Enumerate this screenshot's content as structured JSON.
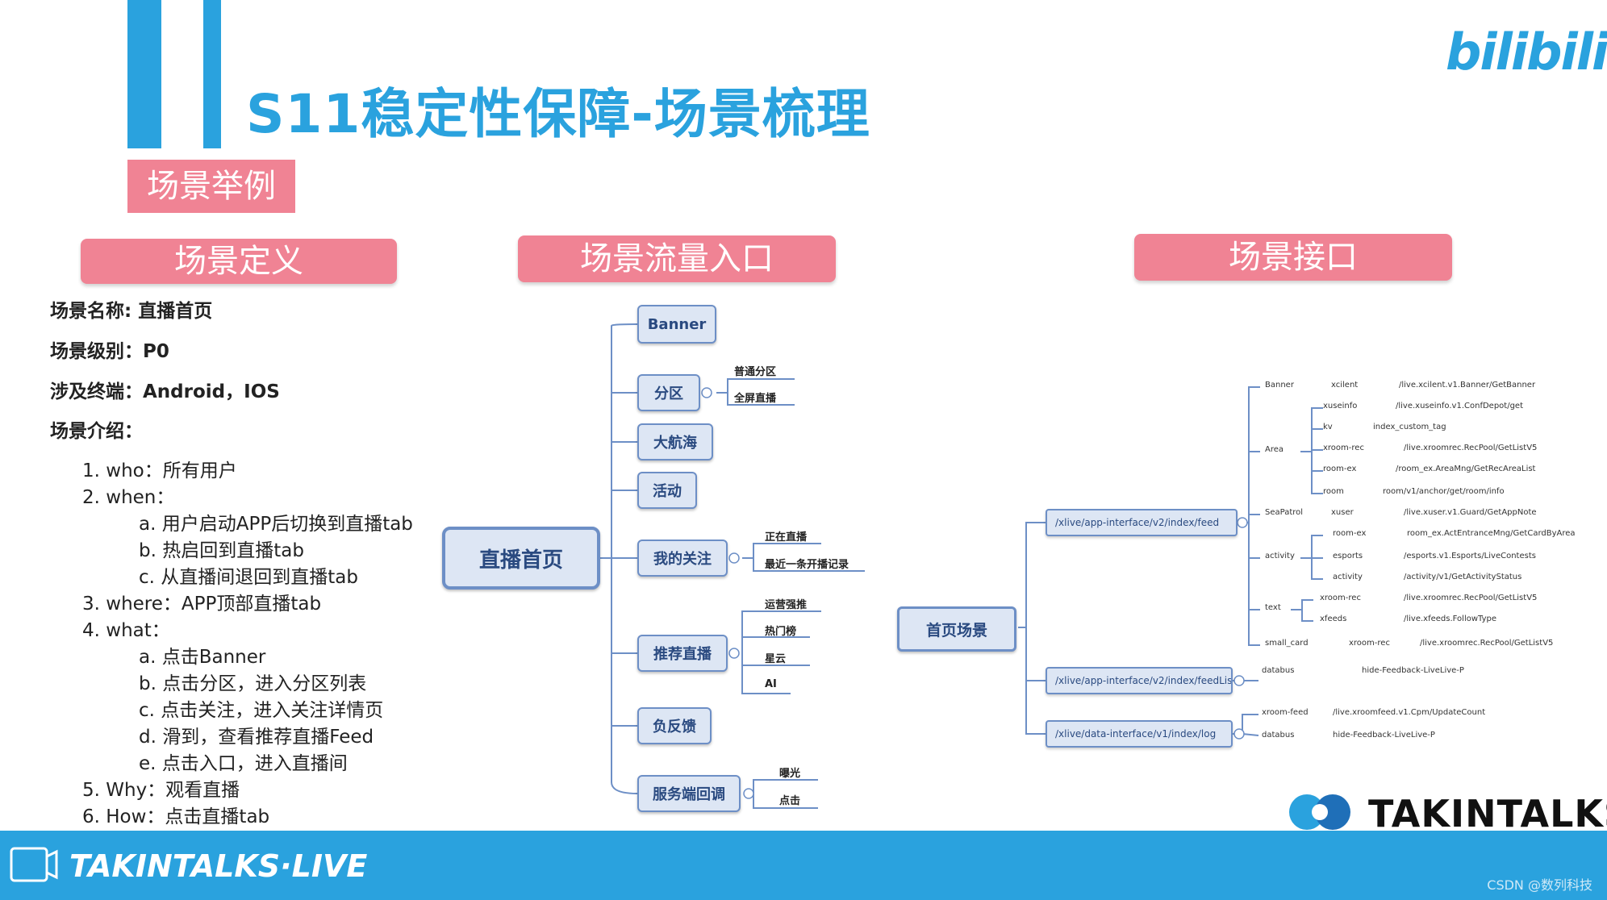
{
  "header": {
    "title": "S11稳定性保障-场景梳理",
    "tag": "场景举例",
    "logo_text": "bilibili"
  },
  "sections": {
    "definition": "场景定义",
    "traffic": "场景流量入口",
    "interface": "场景接口"
  },
  "definition": {
    "name": "场景名称: 直播首页",
    "level": "场景级别：P0",
    "terminal": "涉及终端：Android，IOS",
    "intro_label": "场景介绍：",
    "items": [
      "1. who：所有用户",
      "2. when：",
      "a. 用户启动APP后切换到直播tab",
      "b. 热启回到直播tab",
      "c. 从直播间退回到直播tab",
      "3. where：APP顶部直播tab",
      "4. what：",
      "a. 点击Banner",
      "b. 点击分区，进入分区列表",
      "c. 点击关注，进入关注详情页",
      "d. 滑到，查看推荐直播Feed",
      "e. 点击入口，进入直播间",
      "5. Why：观看直播",
      "6. How：点击直播tab"
    ]
  },
  "traffic_map": {
    "root": "直播首页",
    "nodes": [
      "Banner",
      "分区",
      "大航海",
      "活动",
      "我的关注",
      "推荐直播",
      "负反馈",
      "服务端回调"
    ],
    "fenqu_children": [
      "普通分区",
      "全屏直播"
    ],
    "guanzhu_children": [
      "正在直播",
      "最近一条开播记录"
    ],
    "tuijian_children": [
      "运营强推",
      "热门榜",
      "星云",
      "AI"
    ],
    "huidiao_children": [
      "曝光",
      "点击"
    ]
  },
  "interface_map": {
    "root": "首页场景",
    "api_nodes": [
      "/xlive/app-interface/v2/index/feed",
      "/xlive/app-interface/v2/index/feedList",
      "/xlive/data-interface/v1/index/log"
    ],
    "groups": [
      "Banner",
      "Area",
      "SeaPatrol",
      "activity",
      "text",
      "small_card",
      "databus",
      "xroom-feed",
      "databus"
    ],
    "services": [
      "xcilent",
      "xuseinfo",
      "kv",
      "xroom-rec",
      "room-ex",
      "room",
      "xuser",
      "room-ex",
      "esports",
      "activity",
      "xroom-rec",
      "xfeeds",
      "xroom-rec",
      "hide-Feedback-LiveLive-P"
    ],
    "methods": [
      "/live.xcilent.v1.Banner/GetBanner",
      "/live.xuseinfo.v1.ConfDepot/get",
      "index_custom_tag",
      "/live.xroomrec.RecPool/GetListV5",
      "/room_ex.AreaMng/GetRecAreaList",
      "room/v1/anchor/get/room/info",
      "/live.xuser.v1.Guard/GetAppNote",
      "room_ex.ActEntranceMng/GetCardByArea",
      "/esports.v1.Esports/LiveContests",
      "/activity/v1/GetActivityStatus",
      "/live.xroomrec.RecPool/GetListV5",
      "/live.xfeeds.FollowType",
      "/live.xroomrec.RecPool/GetListV5",
      "/live.xroomfeed.v1.Cpm/UpdateCount",
      "hide-Feedback-LiveLive-P"
    ]
  },
  "branding": {
    "takintalks": "TAKINTALKS",
    "footer": "TAKINTALKS·LIVE",
    "csdn": "CSDN @数列科技"
  },
  "colors": {
    "accent": "#2aa2de",
    "pink": "#f08394",
    "node_fill": "#dde6f4",
    "node_border": "#6d8fc6"
  }
}
